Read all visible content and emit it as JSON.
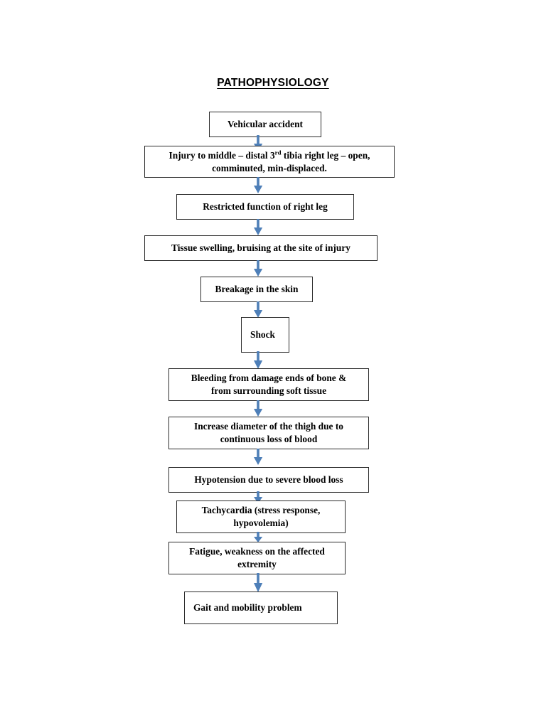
{
  "document": {
    "title": "PATHOPHYSIOLOGY"
  },
  "colors": {
    "arrow": "#4E7FB8",
    "box_border": "#2B2B2B",
    "text": "#000000",
    "background": "#FFFFFF"
  },
  "chart_data": {
    "type": "flowchart",
    "title": "PATHOPHYSIOLOGY",
    "orientation": "top-to-bottom",
    "node_count": 13,
    "edge_count": 12,
    "nodes": [
      {
        "id": "n1",
        "label": "Vehicular accident"
      },
      {
        "id": "n2",
        "label": "Injury to middle – distal 3rd tibia right leg – open, comminuted, min-displaced."
      },
      {
        "id": "n3",
        "label": "Restricted function of right leg"
      },
      {
        "id": "n4",
        "label": "Tissue swelling, bruising at the site of injury"
      },
      {
        "id": "n5",
        "label": "Breakage in the skin"
      },
      {
        "id": "n6",
        "label": "Shock"
      },
      {
        "id": "n7",
        "label": "Bleeding from damage ends of bone & from surrounding soft tissue"
      },
      {
        "id": "n8",
        "label": "Increase diameter of the thigh due to continuous loss of blood"
      },
      {
        "id": "n9",
        "label": "Hypotension due to severe blood loss"
      },
      {
        "id": "n10",
        "label": "Tachycardia (stress response, hypovolemia)"
      },
      {
        "id": "n11",
        "label": "Fatigue, weakness on the affected extremity"
      },
      {
        "id": "n12",
        "label": "Gait and mobility problem"
      }
    ],
    "edges": [
      {
        "from": "n1",
        "to": "n2"
      },
      {
        "from": "n2",
        "to": "n3"
      },
      {
        "from": "n3",
        "to": "n4"
      },
      {
        "from": "n4",
        "to": "n5"
      },
      {
        "from": "n5",
        "to": "n6"
      },
      {
        "from": "n6",
        "to": "n7"
      },
      {
        "from": "n7",
        "to": "n8"
      },
      {
        "from": "n8",
        "to": "n9"
      },
      {
        "from": "n9",
        "to": "n10"
      },
      {
        "from": "n10",
        "to": "n11"
      },
      {
        "from": "n11",
        "to": "n12"
      }
    ]
  },
  "boxes": {
    "b1": {
      "line1": "Vehicular accident"
    },
    "b2": {
      "line1_a": "Injury to middle – distal 3",
      "line1_sup": "rd",
      "line1_b": " tibia right leg – open,",
      "line2": "comminuted, min-displaced."
    },
    "b3": {
      "line1": "Restricted function of right leg"
    },
    "b4": {
      "line1": "Tissue swelling, bruising at the site of injury"
    },
    "b5": {
      "line1": "Breakage in the skin"
    },
    "b6": {
      "line1": "Shock"
    },
    "b7": {
      "line1": "Bleeding from damage ends of bone &",
      "line2": "from surrounding soft tissue"
    },
    "b8": {
      "line1": "Increase diameter of the thigh due to",
      "line2": "continuous loss of blood"
    },
    "b9": {
      "line1": "Hypotension due to severe blood loss"
    },
    "b10": {
      "line1": "Tachycardia (stress response,",
      "line2": "hypovolemia)"
    },
    "b11": {
      "line1": "Fatigue, weakness on the affected",
      "line2": "extremity"
    },
    "b12": {
      "line1": "Gait and mobility problem"
    }
  }
}
